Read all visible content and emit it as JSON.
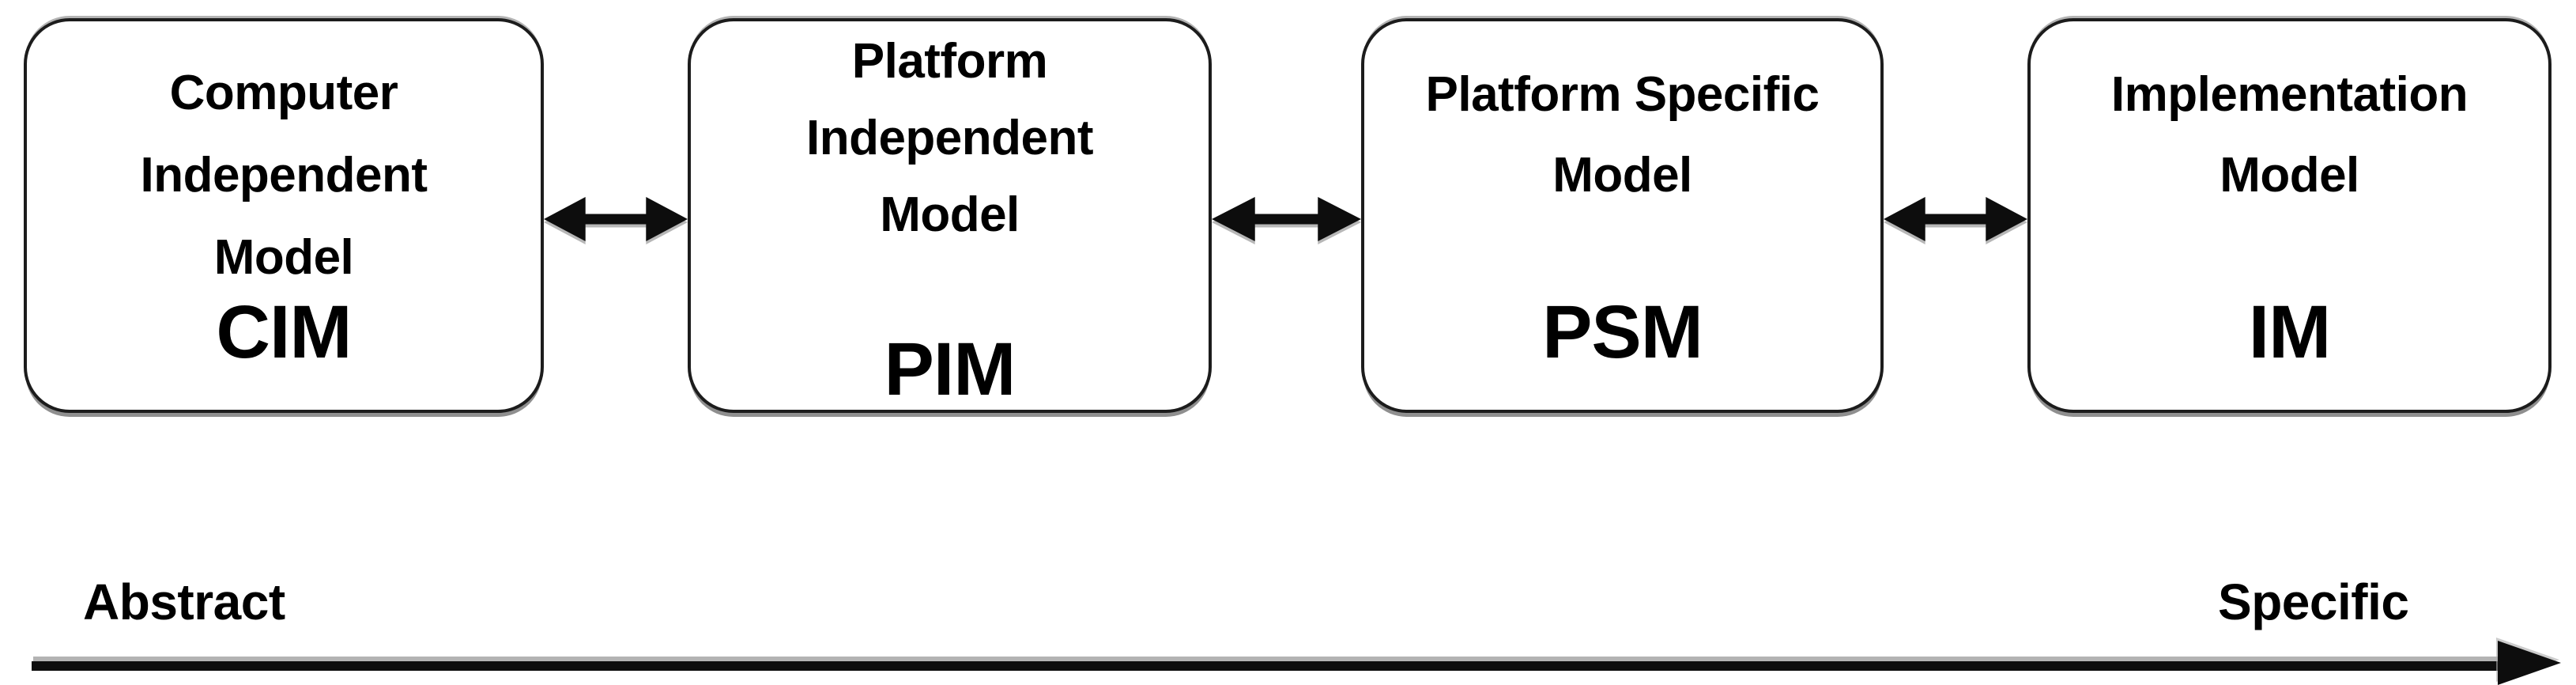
{
  "diagram": {
    "boxes": [
      {
        "id": "cim",
        "title_lines": [
          "Computer",
          "Independent",
          "Model"
        ],
        "acronym": "CIM"
      },
      {
        "id": "pim",
        "title_lines": [
          "Platform",
          "Independent",
          "Model"
        ],
        "acronym": "PIM"
      },
      {
        "id": "psm",
        "title_lines": [
          "Platform Specific",
          "Model"
        ],
        "acronym": "PSM"
      },
      {
        "id": "im",
        "title_lines": [
          "Implementation",
          "Model"
        ],
        "acronym": "IM"
      }
    ],
    "connectors": [
      {
        "type": "double-arrow",
        "between": [
          "CIM",
          "PIM"
        ]
      },
      {
        "type": "double-arrow",
        "between": [
          "PIM",
          "PSM"
        ]
      },
      {
        "type": "double-arrow",
        "between": [
          "PSM",
          "IM"
        ]
      }
    ],
    "axis": {
      "left_label": "Abstract",
      "right_label": "Specific",
      "direction": "left-to-right"
    }
  },
  "colors": {
    "background": "#ffffff",
    "box_fill": "#ffffff",
    "box_border": "#1c1c1c",
    "text": "#000000",
    "arrow": "#0d0d0d",
    "shadow": "#8f8f8f"
  }
}
